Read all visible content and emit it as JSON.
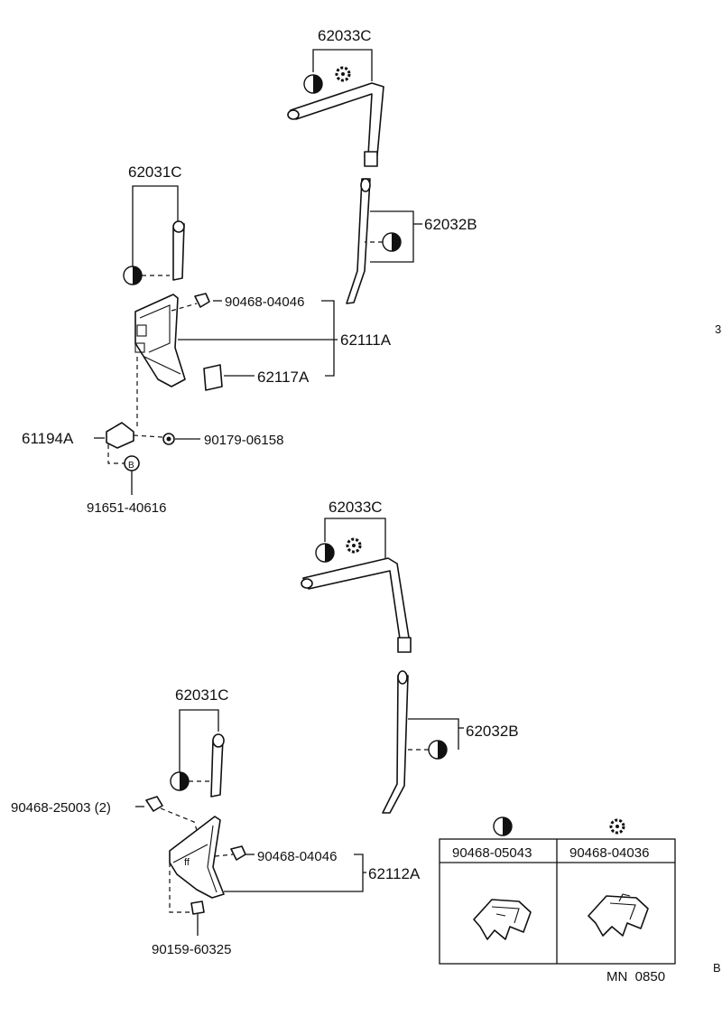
{
  "labels": {
    "upper_62033C": "62033C",
    "upper_62031C": "62031C",
    "upper_62032B": "62032B",
    "upper_90468_04046": "90468-04046",
    "upper_62111A": "62111A",
    "upper_62117A": "62117A",
    "upper_61194A": "61194A",
    "upper_90179_06158": "90179-06158",
    "upper_91651_40616": "91651-40616",
    "lower_62033C": "62033C",
    "lower_62031C": "62031C",
    "lower_62032B": "62032B",
    "lower_90468_25003": "90468-25003 (2)",
    "lower_90468_04046": "90468-04046",
    "lower_62112A": "62112A",
    "lower_90159_60325": "90159-60325"
  },
  "legend_table": {
    "col1_header": "90468-05043",
    "col2_header": "90468-04036",
    "col1_symbol": "half-circle-icon",
    "col2_symbol": "dotted-ring-icon"
  },
  "footer_code": "MN  0850",
  "edge_marks": {
    "right_mid": "3",
    "right_bottom": "B"
  }
}
